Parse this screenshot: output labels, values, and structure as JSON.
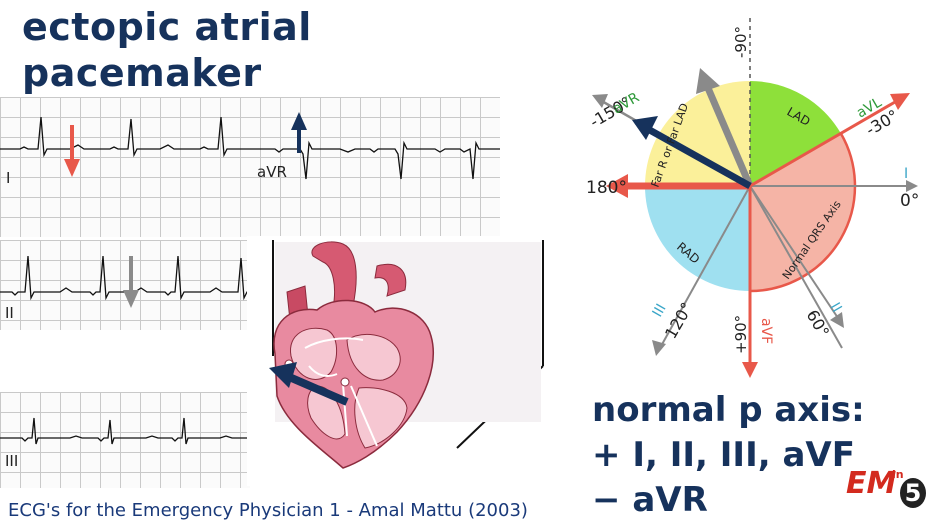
{
  "title": {
    "line1": "ectopic atrial",
    "line2": "pacemaker"
  },
  "ecg": {
    "leads": {
      "I": "I",
      "aVR": "aVR",
      "II": "II",
      "III": "III"
    }
  },
  "hexaxial": {
    "angle_labels": {
      "top": "-90°",
      "bottom": "+90°",
      "left": "180°",
      "right": "0°",
      "upper_left": "-150°",
      "upper_right": "-30°",
      "lower_left": "120°",
      "lower_right": "60°"
    },
    "lead_labels": {
      "aVR": "aVR",
      "aVL": "aVL",
      "I": "I",
      "II": "II",
      "III": "III",
      "aVF": "aVF"
    },
    "region_labels": {
      "lad": "LAD",
      "rad": "RAD",
      "normal": "Normal QRS Axis",
      "far": "Far R or Far LAD"
    },
    "colors": {
      "lad": "#8ee03a",
      "rad": "#9fe0f0",
      "normal": "#f5b4a6",
      "far": "#fbf09a",
      "red": "#e8584a",
      "navy": "#16325c",
      "gray": "#8a8a8a",
      "blue_label": "#3aa6c8"
    }
  },
  "summary": {
    "line1": "normal p axis:",
    "line2": "+ I, II, III, aVF",
    "line3": "− aVR"
  },
  "caption": "ECG's for the Emergency Physician 1 - Amal Mattu (2003)",
  "logo": {
    "em": "EM",
    "in": "in",
    "five": "5"
  }
}
